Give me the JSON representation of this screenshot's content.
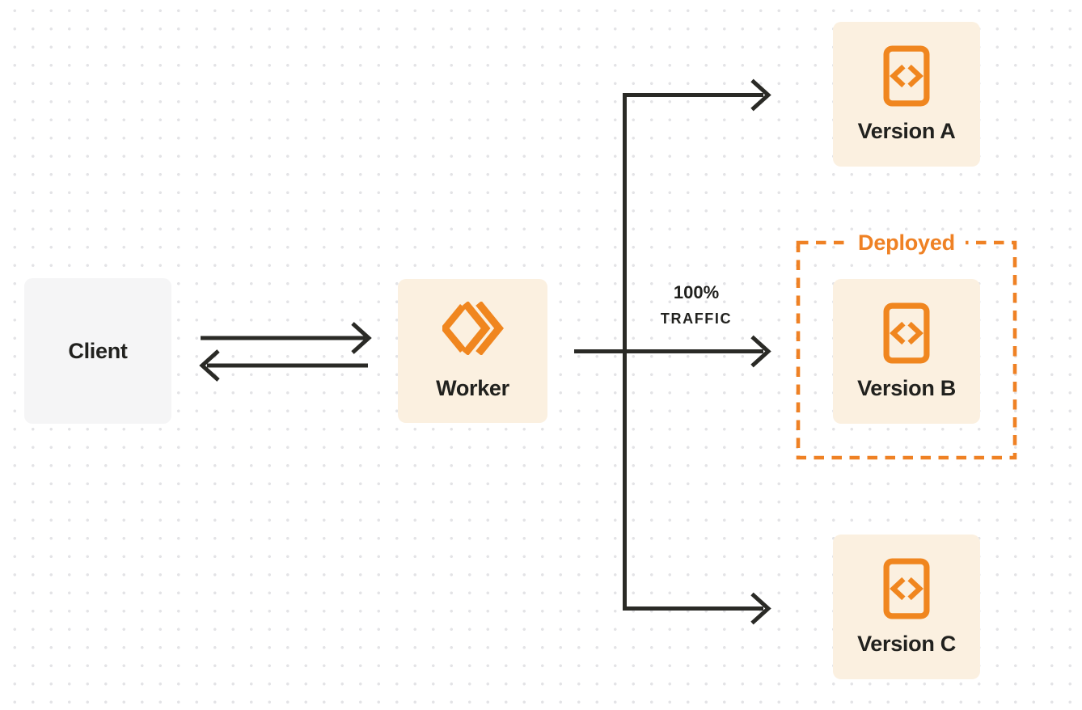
{
  "diagram": {
    "title_hint": "worker-versions-traffic-routing",
    "client": {
      "label": "Client"
    },
    "worker": {
      "label": "Worker",
      "icon": "cloudflare-workers-logo"
    },
    "versions": [
      {
        "id": "A",
        "label": "Version A",
        "icon": "code-file-icon"
      },
      {
        "id": "B",
        "label": "Version B",
        "icon": "code-file-icon",
        "status": "Deployed",
        "traffic_share": "100%"
      },
      {
        "id": "C",
        "label": "Version C",
        "icon": "code-file-icon"
      }
    ],
    "deployed_badge": "Deployed",
    "traffic_label": {
      "line1": "100%",
      "line2": "TRAFFIC"
    },
    "connections": [
      {
        "from": "client",
        "to": "worker",
        "style": "arrow-right"
      },
      {
        "from": "worker",
        "to": "client",
        "style": "arrow-left"
      },
      {
        "from": "worker",
        "to": "version-b",
        "style": "arrow",
        "label": "100% TRAFFIC"
      },
      {
        "from": "worker",
        "to": "version-a",
        "style": "arrow"
      },
      {
        "from": "worker",
        "to": "version-c",
        "style": "arrow"
      }
    ]
  },
  "colors": {
    "accent_orange": "#F0861F",
    "deployed_orange": "#EF8124",
    "node_cream_bg": "#FBF0E0",
    "client_gray_bg": "#F5F5F6",
    "connector_dark": "#2A2A26",
    "text_dark": "#21211E",
    "dot_grid": "#E3E3E6",
    "page_bg": "#FFFFFF"
  }
}
